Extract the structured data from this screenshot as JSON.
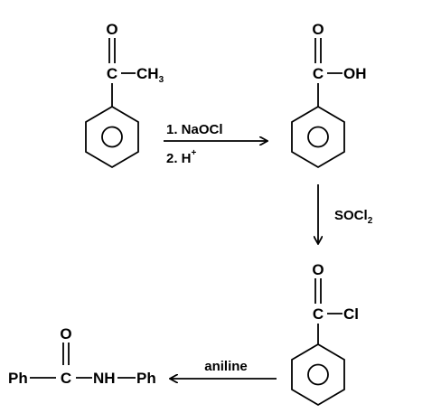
{
  "compound1": {
    "oxygen": "O",
    "carbon": "C",
    "methyl": "CH",
    "methyl_sub": "3"
  },
  "step1": {
    "line1": "1. NaOCl",
    "line2_main": "2. H",
    "line2_sup": "+"
  },
  "compound2": {
    "oxygen": "O",
    "carbon": "C",
    "hydroxyl": "OH"
  },
  "step2": {
    "main": "SOCl",
    "sub": "2"
  },
  "compound3": {
    "oxygen": "O",
    "carbon": "C",
    "chlorine": "Cl"
  },
  "step3": {
    "label": "aniline"
  },
  "product": {
    "oxygen": "O",
    "left": "Ph",
    "carbon": "C",
    "amine": "NH",
    "right": "Ph"
  }
}
